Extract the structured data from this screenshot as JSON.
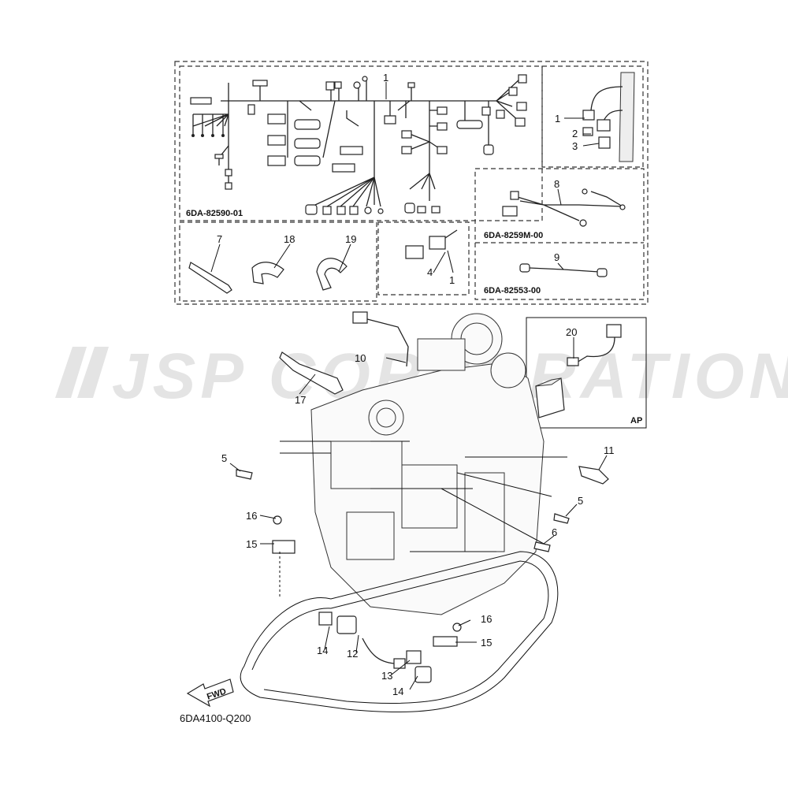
{
  "watermark": "JSP CORPORATION",
  "figure_code": "6DA4100-Q200",
  "kit_codes": {
    "main_harness": "6DA-82590-01",
    "harness_8": "6DA-8259M-00",
    "harness_9": "6DA-82553-00"
  },
  "ap_label": "AP",
  "fwd_label": "FWD",
  "callouts": {
    "c1_main": "1",
    "c1_inset": "1",
    "c2_inset": "2",
    "c3_inset": "3",
    "c1_relay": "1",
    "c4_relay": "4",
    "c5_left": "5",
    "c5_right": "5",
    "c6": "6",
    "c7": "7",
    "c8": "8",
    "c9": "9",
    "c10": "10",
    "c11": "11",
    "c12": "12",
    "c13": "13",
    "c14_left": "14",
    "c14_bottom": "14",
    "c15_left": "15",
    "c15_right": "15",
    "c16_left": "16",
    "c16_right": "16",
    "c17": "17",
    "c18": "18",
    "c19": "19",
    "c20": "20"
  }
}
